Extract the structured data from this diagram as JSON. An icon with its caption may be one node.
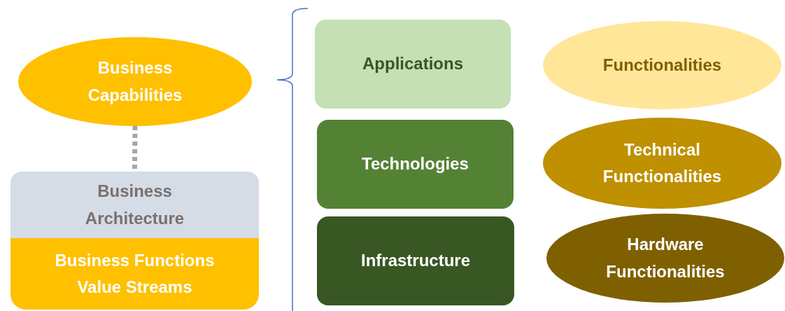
{
  "diagram": {
    "nodes": [
      {
        "text": [
          "Business Capabilities"
        ]
      },
      {
        "text": [
          "Business Architecture"
        ]
      },
      {
        "text": [
          "Business Functions Value Streams"
        ]
      },
      {
        "text": [
          "Applications"
        ]
      },
      {
        "text": [
          "Functionalities"
        ]
      },
      {
        "text": [
          "Technologies"
        ]
      },
      {
        "text": [
          "Technical Functionalities"
        ]
      },
      {
        "text": [
          "Infrastructure"
        ]
      },
      {
        "text": [
          "Hardware Functionalities"
        ]
      }
    ],
    "edges": [
      {
        "from": 0,
        "to": 1,
        "arrow": "none",
        "style": "dashed"
      }
    ]
  }
}
